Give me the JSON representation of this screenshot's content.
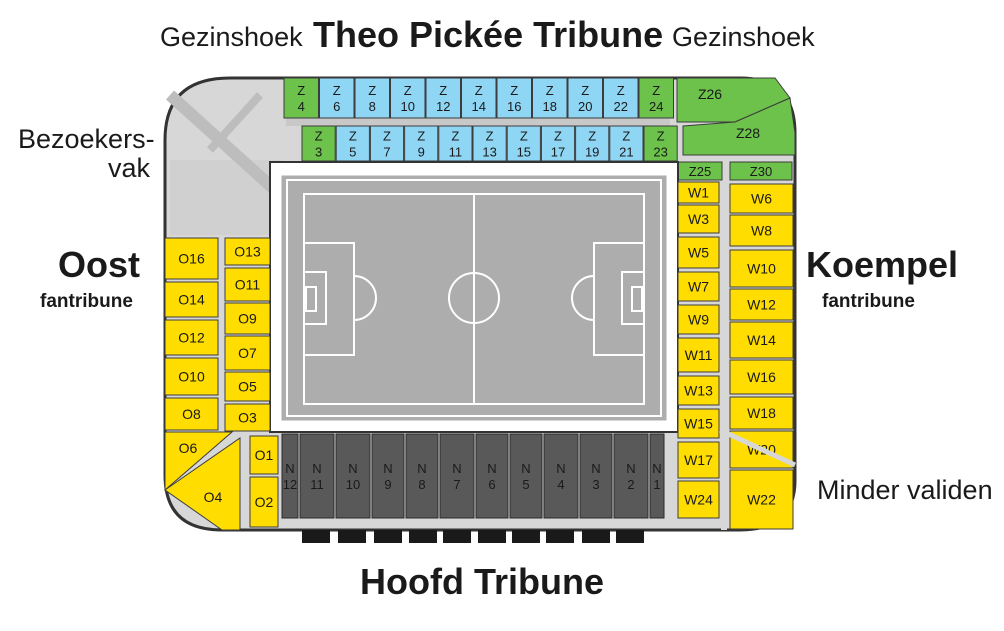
{
  "colors": {
    "yellow": "#FFDD00",
    "blue": "#8FD6F5",
    "green": "#6CC24A",
    "gray_area": "#D7D7D7",
    "dark_block": "#595959",
    "pitch": "#ADADAD",
    "outline": "#333333"
  },
  "labels": {
    "gezinshoek_left": "Gezinshoek",
    "main_north": "Theo Pickée Tribune",
    "gezinshoek_right": "Gezinshoek",
    "bezoekers_line1": "Bezoekers-",
    "bezoekers_line2": "vak",
    "oost_title": "Oost",
    "oost_sub": "fantribune",
    "koempel_title": "Koempel",
    "koempel_sub": "fantribune",
    "minder_validen": "Minder validen",
    "hoofd": "Hoofd Tribune"
  },
  "north_top_row": [
    {
      "l1": "Z",
      "l2": "4",
      "color": "green"
    },
    {
      "l1": "Z",
      "l2": "6",
      "color": "blue"
    },
    {
      "l1": "Z",
      "l2": "8",
      "color": "blue"
    },
    {
      "l1": "Z",
      "l2": "10",
      "color": "blue"
    },
    {
      "l1": "Z",
      "l2": "12",
      "color": "blue"
    },
    {
      "l1": "Z",
      "l2": "14",
      "color": "blue"
    },
    {
      "l1": "Z",
      "l2": "16",
      "color": "blue"
    },
    {
      "l1": "Z",
      "l2": "18",
      "color": "blue"
    },
    {
      "l1": "Z",
      "l2": "20",
      "color": "blue"
    },
    {
      "l1": "Z",
      "l2": "22",
      "color": "blue"
    },
    {
      "l1": "Z",
      "l2": "24",
      "color": "green"
    }
  ],
  "north_bottom_row": [
    {
      "l1": "Z",
      "l2": "3",
      "color": "green"
    },
    {
      "l1": "Z",
      "l2": "5",
      "color": "blue"
    },
    {
      "l1": "Z",
      "l2": "7",
      "color": "blue"
    },
    {
      "l1": "Z",
      "l2": "9",
      "color": "blue"
    },
    {
      "l1": "Z",
      "l2": "11",
      "color": "blue"
    },
    {
      "l1": "Z",
      "l2": "13",
      "color": "blue"
    },
    {
      "l1": "Z",
      "l2": "15",
      "color": "blue"
    },
    {
      "l1": "Z",
      "l2": "17",
      "color": "blue"
    },
    {
      "l1": "Z",
      "l2": "19",
      "color": "blue"
    },
    {
      "l1": "Z",
      "l2": "21",
      "color": "blue"
    },
    {
      "l1": "Z",
      "l2": "23",
      "color": "green"
    }
  ],
  "corner_ne": [
    "Z26",
    "Z28",
    "Z25",
    "Z30"
  ],
  "west_inner": [
    "W1",
    "W3",
    "W5",
    "W7",
    "W9",
    "W11",
    "W13",
    "W15",
    "W17",
    "W24"
  ],
  "west_outer": [
    "W6",
    "W8",
    "W10",
    "W12",
    "W14",
    "W16",
    "W18",
    "W20",
    "W22"
  ],
  "oost_outer": [
    "O16",
    "O14",
    "O12",
    "O10",
    "O8",
    "O6",
    "O4"
  ],
  "oost_inner": [
    "O13",
    "O11",
    "O9",
    "O7",
    "O5",
    "O3",
    "O1",
    "O2"
  ],
  "north_stand": [
    {
      "l1": "N",
      "l2": "12"
    },
    {
      "l1": "N",
      "l2": "11"
    },
    {
      "l1": "N",
      "l2": "10"
    },
    {
      "l1": "N",
      "l2": "9"
    },
    {
      "l1": "N",
      "l2": "8"
    },
    {
      "l1": "N",
      "l2": "7"
    },
    {
      "l1": "N",
      "l2": "6"
    },
    {
      "l1": "N",
      "l2": "5"
    },
    {
      "l1": "N",
      "l2": "4"
    },
    {
      "l1": "N",
      "l2": "3"
    },
    {
      "l1": "N",
      "l2": "2"
    },
    {
      "l1": "N",
      "l2": "1"
    }
  ]
}
